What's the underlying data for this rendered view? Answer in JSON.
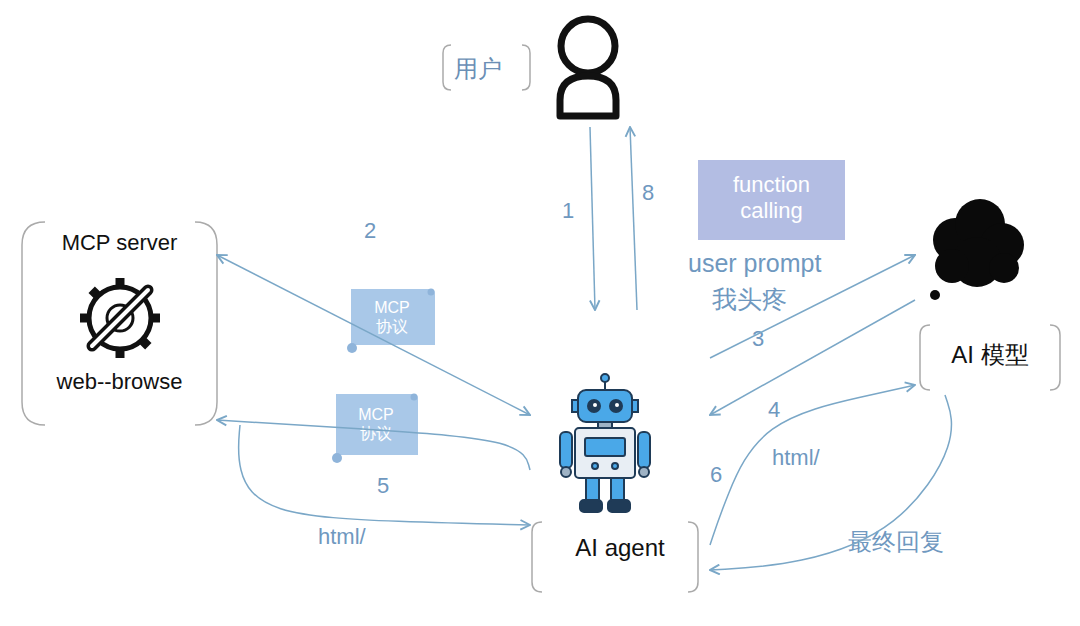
{
  "diagram": {
    "nodes": [
      {
        "text": [
          "用户"
        ]
      },
      {
        "text": [
          "MCP server",
          "web--browse"
        ]
      },
      {
        "text": [
          "function calling"
        ]
      },
      {
        "text": [
          "AI 模型"
        ]
      },
      {
        "text": [
          "MCP 协议"
        ]
      },
      {
        "text": [
          "MCP 协议"
        ]
      },
      {
        "text": [
          "AI agent"
        ]
      }
    ],
    "edges": [
      {
        "from": 0,
        "to": 6,
        "arrow": "to",
        "label": "1"
      },
      {
        "from": 6,
        "to": 0,
        "arrow": "to",
        "label": "8"
      },
      {
        "from": 6,
        "to": 1,
        "arrow": "both",
        "label": "2"
      },
      {
        "from": 6,
        "to": 3,
        "arrow": "to",
        "label": "3"
      },
      {
        "from": 3,
        "to": 6,
        "arrow": "to",
        "label": "4"
      },
      {
        "from": 6,
        "to": 1,
        "arrow": "to",
        "label": "5"
      },
      {
        "from": 1,
        "to": 6,
        "arrow": "to",
        "label": "html/"
      },
      {
        "from": 6,
        "to": 3,
        "arrow": "to",
        "label": "6"
      },
      {
        "from": 3,
        "to": 6,
        "arrow": "to",
        "label": "最终回复"
      }
    ],
    "labels": [
      "user prompt",
      "我头疼",
      "html/"
    ]
  }
}
